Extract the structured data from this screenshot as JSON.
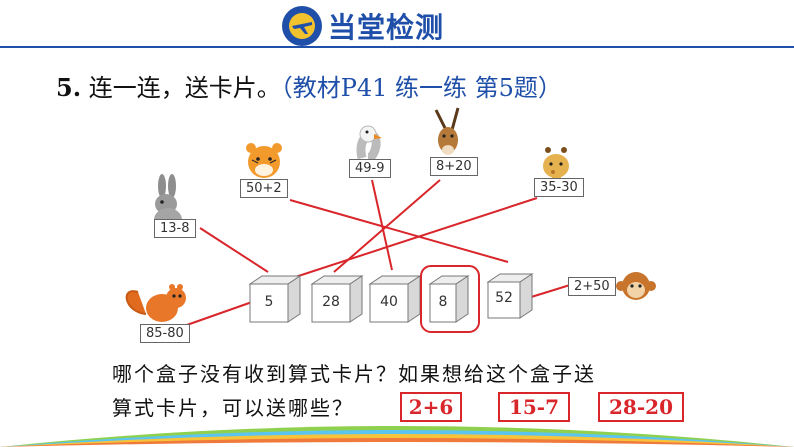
{
  "header": {
    "title": "当堂检测",
    "accent": "#1f4fa8"
  },
  "question": {
    "number": "5.",
    "text": "连一连，送卡片。",
    "reference": "（教材P41 练一练 第5题）"
  },
  "animals": [
    {
      "name": "rabbit",
      "card": "13-8"
    },
    {
      "name": "tiger",
      "card": "50+2"
    },
    {
      "name": "swan",
      "card": "49-9"
    },
    {
      "name": "antelope",
      "card": "8+20"
    },
    {
      "name": "giraffe",
      "card": "35-30"
    },
    {
      "name": "squirrel",
      "card": "85-80"
    },
    {
      "name": "monkey",
      "card": "2+50"
    }
  ],
  "boxes": [
    "5",
    "28",
    "40",
    "8",
    "52"
  ],
  "highlighted_box": "8",
  "prompt": {
    "line1": "哪个盒子没有收到算式卡片？如果想给这个盒子送",
    "line2": "算式卡片，可以送哪些？"
  },
  "answers": [
    "2+6",
    "15-7",
    "28-20"
  ],
  "colors": {
    "line": "#d9262b",
    "answer": "#d9262b"
  }
}
